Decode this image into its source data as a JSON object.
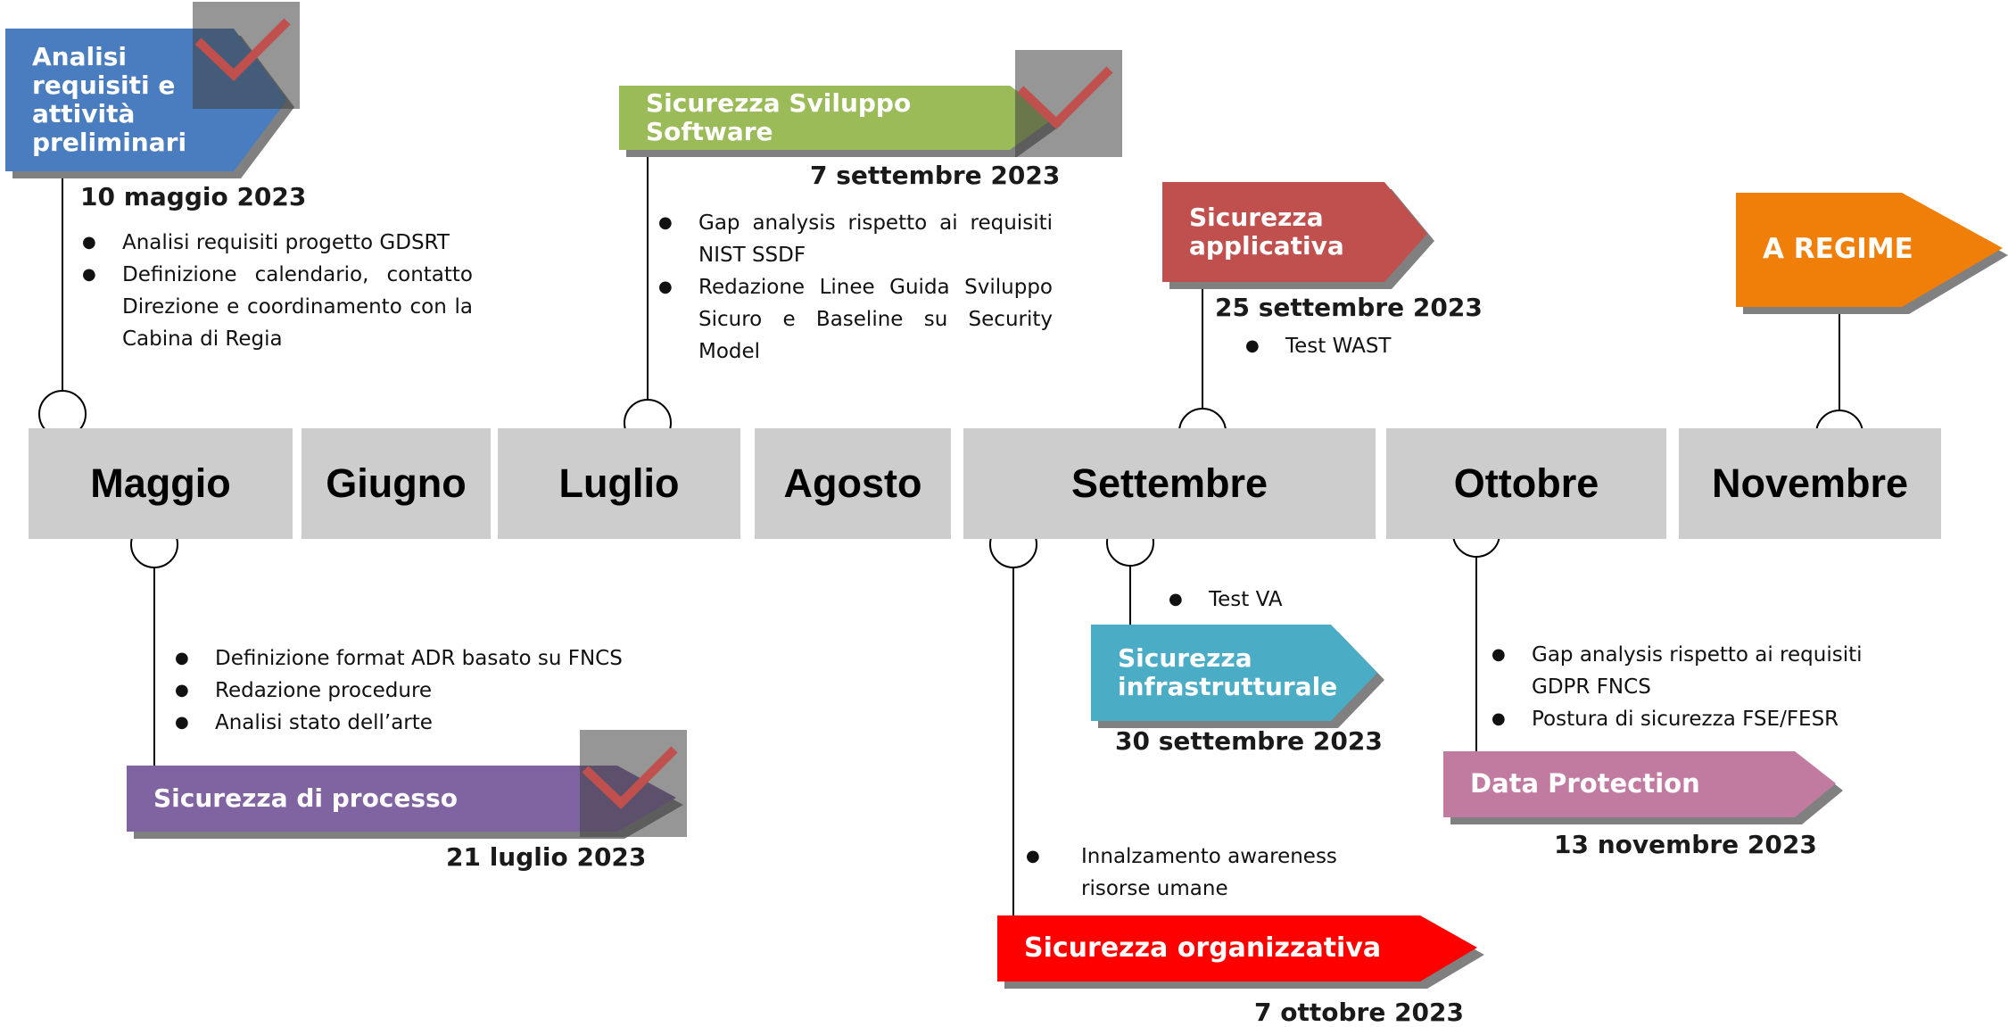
{
  "months": [
    "Maggio",
    "Giugno",
    "Luglio",
    "Agosto",
    "Settembre",
    "Ottobre",
    "Novembre"
  ],
  "milestones": {
    "analisi": {
      "title": "Analisi requisiti e attività preliminari",
      "date": "10 maggio 2023",
      "bullets": [
        "Analisi requisiti progetto GDSRT",
        "Definizione calendario, contatto Direzione e coordinamento con la Cabina di Regia"
      ],
      "completed": true,
      "color": "#4a7dbf"
    },
    "sviluppo": {
      "title": "Sicurezza Sviluppo Software",
      "date": "7 settembre 2023",
      "bullets": [
        "Gap analysis rispetto ai requisiti NIST SSDF",
        "Redazione Linee Guida Sviluppo Sicuro e Baseline su Security Model"
      ],
      "completed": true,
      "color": "#9bbb59"
    },
    "applicativa": {
      "title": "Sicurezza applicativa",
      "date": "25 settembre 2023",
      "bullets": [
        "Test WAST"
      ],
      "color": "#c0504d"
    },
    "regime": {
      "title": "A REGIME",
      "color": "#f07f09"
    },
    "processo": {
      "title": "Sicurezza di processo",
      "date": "21 luglio 2023",
      "bullets": [
        "Definizione format ADR basato su FNCS",
        "Redazione procedure",
        "Analisi stato dell’arte"
      ],
      "completed": true,
      "color": "#8064a2"
    },
    "infrastrutturale": {
      "title": "Sicurezza infrastrutturale",
      "date": "30 settembre 2023",
      "bullets": [
        "Test VA"
      ],
      "color": "#4bacc6"
    },
    "data_protection": {
      "title": "Data Protection",
      "date": "13 novembre 2023",
      "bullets": [
        "Gap analysis rispetto ai requisiti GDPR FNCS",
        "Postura di sicurezza FSE/FESR"
      ],
      "color": "#c27ba0"
    },
    "organizzativa": {
      "title": "Sicurezza organizzativa",
      "date": "7 ottobre 2023",
      "bullets": [
        "Innalzamento awareness risorse umane"
      ],
      "color": "#ff0000"
    }
  },
  "check_mark_color": "#c0504d"
}
